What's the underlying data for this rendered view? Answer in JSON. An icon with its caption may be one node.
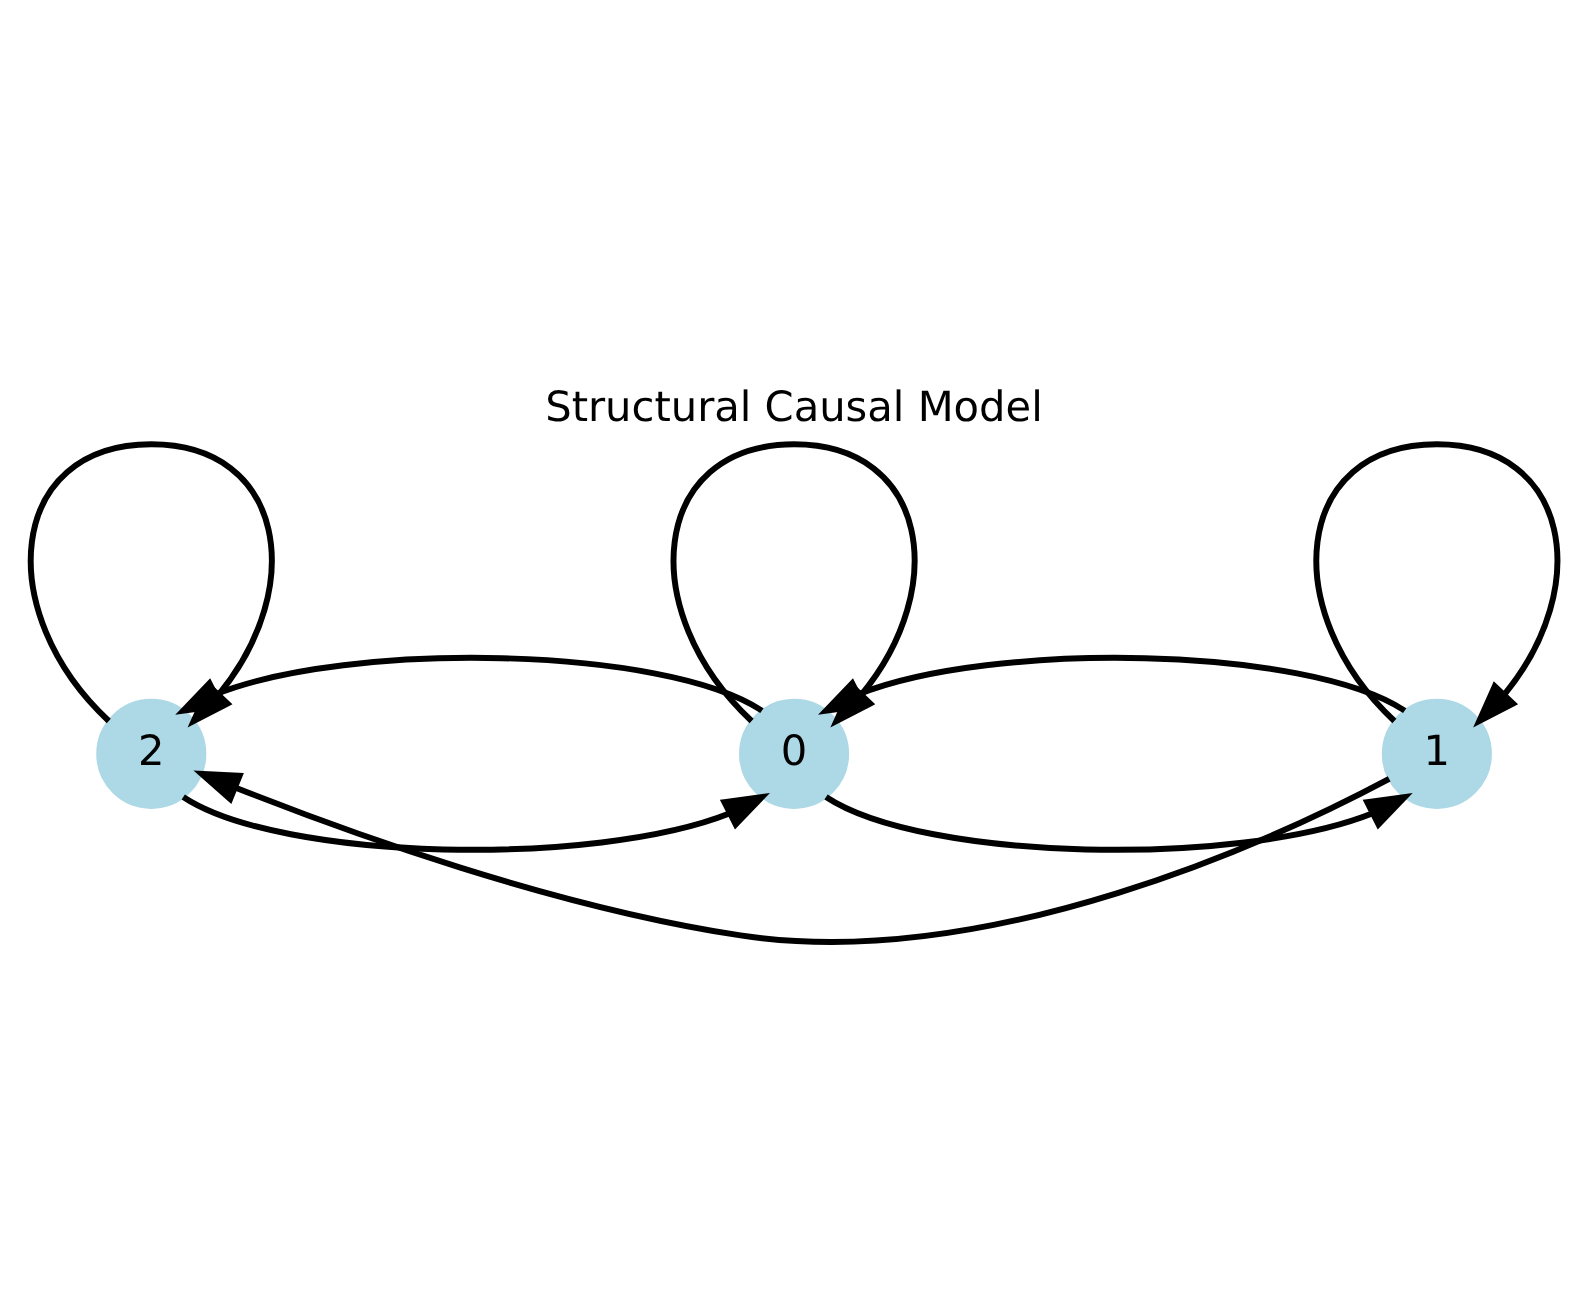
{
  "diagram": {
    "title": "Structural Causal Model",
    "nodes": [
      {
        "text": [
          "2"
        ]
      },
      {
        "text": [
          "1"
        ]
      },
      {
        "text": [
          "0"
        ]
      }
    ],
    "edges": [
      {
        "from": 0,
        "to": 0,
        "arrow": "to"
      },
      {
        "from": 1,
        "to": 1,
        "arrow": "to"
      },
      {
        "from": 2,
        "to": 2,
        "arrow": "to"
      },
      {
        "from": 1,
        "to": 0,
        "arrow": "to"
      },
      {
        "from": 0,
        "to": 2,
        "arrow": "to"
      },
      {
        "from": 2,
        "to": 0,
        "arrow": "to"
      },
      {
        "from": 1,
        "to": 2,
        "arrow": "to"
      },
      {
        "from": 2,
        "to": 1,
        "arrow": "to"
      }
    ]
  }
}
